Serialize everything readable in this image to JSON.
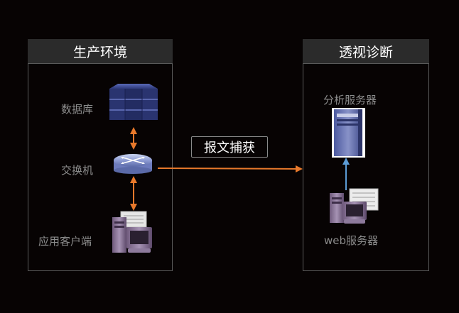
{
  "production": {
    "title": "生产环境",
    "nodes": {
      "database": "数据库",
      "switch": "交换机",
      "client": "应用客户端"
    }
  },
  "diagnosis": {
    "title": "透视诊断",
    "nodes": {
      "analysis_server": "分析服务器",
      "web_server": "web服务器"
    }
  },
  "capture_label": "报文捕获",
  "colors": {
    "arrow_orange": "#e8792b",
    "arrow_blue": "#5b9bd5",
    "panel_border": "#5a5a5a",
    "header_bg": "#2b2b2b"
  },
  "icons": [
    "database-server-icon",
    "switch-router-icon",
    "client-workstation-icon",
    "analysis-server-icon",
    "web-server-workstation-icon"
  ]
}
